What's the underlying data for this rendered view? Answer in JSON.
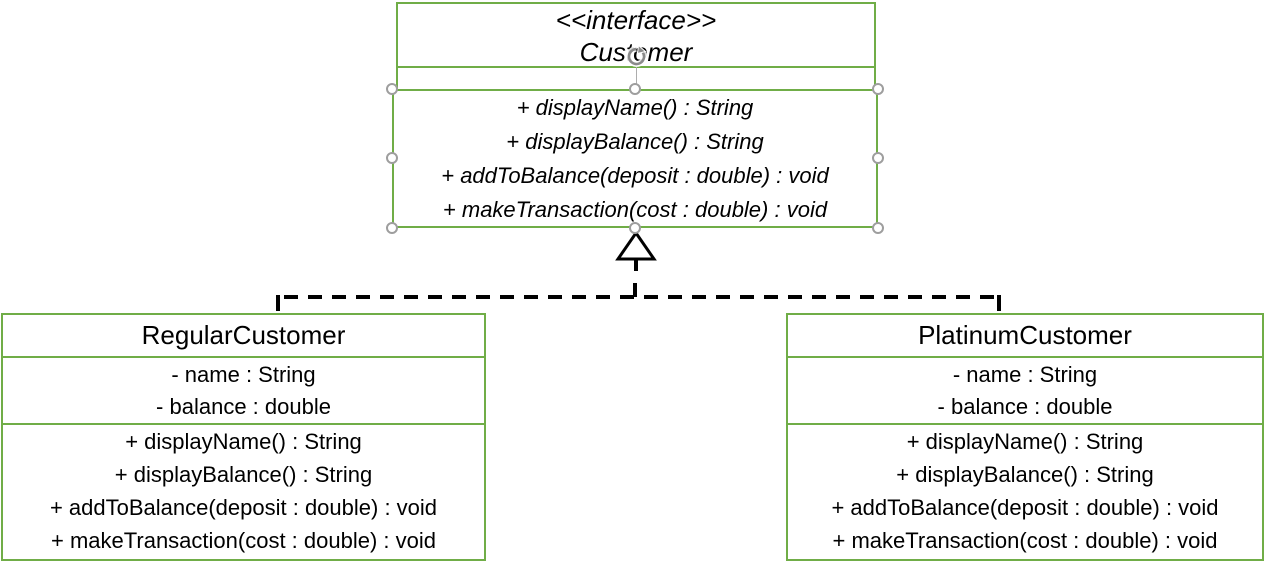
{
  "colors": {
    "box_border": "#70AD47",
    "selection_handle": "#9E9E9E",
    "connector": "#000000",
    "text": "#000000",
    "background": "#FFFFFF"
  },
  "interface": {
    "stereotype": "<<interface>>",
    "name": "Customer",
    "methods": [
      "+ displayName() : String",
      "+ displayBalance() : String",
      "+ addToBalance(deposit : double) : void",
      "+ makeTransaction(cost : double) : void"
    ]
  },
  "classes": [
    {
      "name": "RegularCustomer",
      "attributes": [
        "- name : String",
        "- balance : double"
      ],
      "methods": [
        "+ displayName() : String",
        "+ displayBalance() : String",
        "+ addToBalance(deposit : double) : void",
        "+ makeTransaction(cost : double) : void"
      ]
    },
    {
      "name": "PlatinumCustomer",
      "attributes": [
        "- name : String",
        "- balance : double"
      ],
      "methods": [
        "+ displayName() : String",
        "+ displayBalance() : String",
        "+ addToBalance(deposit : double) : void",
        "+ makeTransaction(cost : double) : void"
      ]
    }
  ],
  "relationship": {
    "type": "realization",
    "style": "dashed-line-hollow-triangle"
  },
  "icons": {
    "rotation_handle": "rotate-clockwise-arrow",
    "arrowhead": "hollow-triangle-up"
  }
}
